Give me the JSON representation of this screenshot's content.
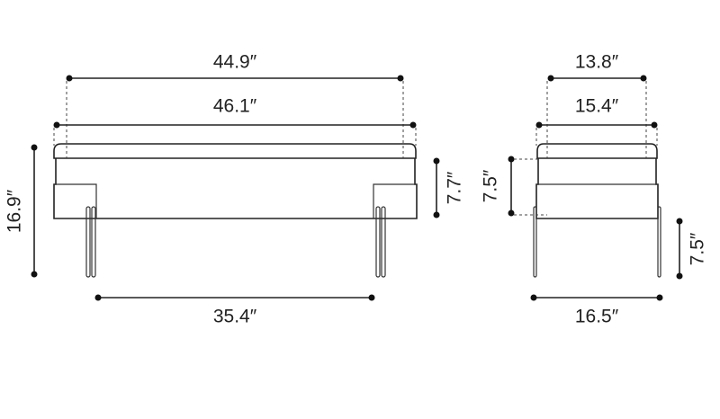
{
  "front_view": {
    "top_width": "44.9″",
    "overall_width": "46.1″",
    "overall_height": "16.9″",
    "leg_span": "35.4″",
    "seat_depth": "7.7″"
  },
  "side_view": {
    "top_depth": "13.8″",
    "overall_depth": "15.4″",
    "seat_height_section": "7.5″",
    "leg_height": "7.5″",
    "leg_span": "16.5″"
  },
  "colors": {
    "line": "#222222",
    "background": "#ffffff"
  }
}
